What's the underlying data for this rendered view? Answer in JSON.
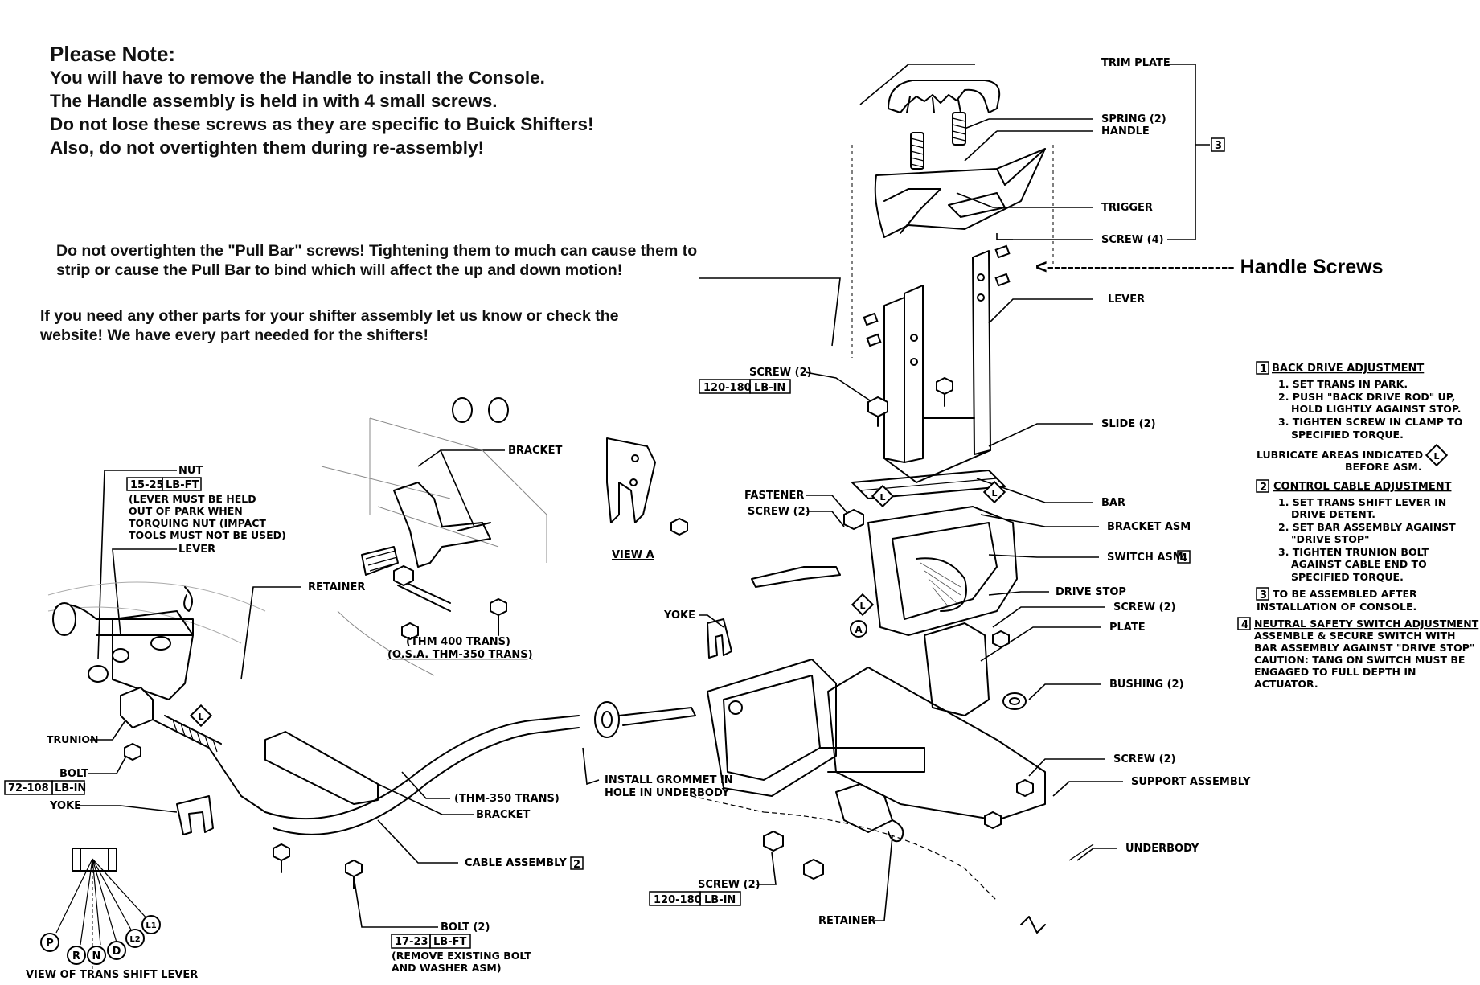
{
  "note": {
    "title": "Please Note:",
    "lines": [
      "You will have to remove the Handle to install the Console.",
      "The Handle assembly is held in with 4 small screws.",
      "Do not lose these screws as they are specific to Buick Shifters!",
      "Also, do not overtighten them during re-assembly!"
    ]
  },
  "pullbar_warning": [
    "Do not overtighten the \"Pull Bar\" screws! Tightening them to much can cause them to",
    "strip or cause the Pull Bar to bind which will affect the up and down motion!"
  ],
  "parts_note": [
    "If you need any other parts for your shifter assembly let us know or check the",
    "website! We have every part needed for the shifters!"
  ],
  "handle_screws_label": "<---------------------------- Handle Screws",
  "labels": {
    "trim_plate": "TRIM PLATE",
    "spring": "SPRING (2)",
    "handle": "HANDLE",
    "trigger": "TRIGGER",
    "screw4": "SCREW (4)",
    "lever_top": "LEVER",
    "screw2_upper": "SCREW (2)",
    "torque_120_180_upper": "120-180",
    "lb_in_upper": "LB-IN",
    "slide": "SLIDE (2)",
    "bar": "BAR",
    "bracket_asm": "BRACKET ASM",
    "switch_asm": "SWITCH ASM",
    "drive_stop": "DRIVE STOP",
    "screw2_right": "SCREW (2)",
    "plate": "PLATE",
    "bushing": "BUSHING (2)",
    "screw2_support": "SCREW (2)",
    "support_assembly": "SUPPORT ASSEMBLY",
    "underbody": "UNDERBODY",
    "retainer_bottom": "RETAINER",
    "screw2_bottom": "SCREW (2)",
    "torque_120_180_bottom": "120-180",
    "lb_in_bottom": "LB-IN",
    "install_grommet_1": "INSTALL GROMMET IN",
    "install_grommet_2": "HOLE IN UNDERBODY",
    "yoke_mid": "YOKE",
    "fastener": "FASTENER",
    "screw2_fastener": "SCREW (2)",
    "view_a": "VIEW A",
    "bracket_top": "BRACKET",
    "thm400": "(THM 400 TRANS)",
    "osa_thm350": "(O.S.A. THM-350 TRANS)",
    "retainer_left": "RETAINER",
    "nut": "NUT",
    "torque_15_25": "15-25",
    "lb_ft_nut": "LB-FT",
    "nut_note": [
      "(LEVER MUST BE HELD",
      "OUT OF PARK WHEN",
      "TORQUING NUT (IMPACT",
      "TOOLS MUST NOT BE USED)"
    ],
    "lever_left": "LEVER",
    "trunion": "TRUNION",
    "bolt": "BOLT",
    "torque_72_108": "72-108",
    "lb_in_bolt": "LB-IN",
    "yoke_left": "YOKE",
    "thm350": "(THM-350 TRANS)",
    "bracket_bottom": "BRACKET",
    "cable_assembly": "CABLE ASSEMBLY",
    "bolt2": "BOLT (2)",
    "torque_17_23": "17-23",
    "lb_ft_bolt2": "LB-FT",
    "bolt2_note": [
      "(REMOVE EXISTING BOLT",
      "AND WASHER ASM)"
    ],
    "view_trans": "VIEW OF TRANS SHIFT LEVER",
    "gears": [
      "P",
      "R",
      "N",
      "D",
      "L2",
      "L1"
    ],
    "callout_a": "A",
    "callout_l": "L"
  },
  "callouts": {
    "c1": "1",
    "c2": "2",
    "c3": "3",
    "c4": "4"
  },
  "instructions": {
    "s1_title": "BACK DRIVE ADJUSTMENT",
    "s1_lines": [
      "1. SET TRANS IN PARK.",
      "2. PUSH \"BACK DRIVE ROD\" UP,",
      "HOLD LIGHTLY AGAINST STOP.",
      "3. TIGHTEN SCREW IN CLAMP TO",
      "SPECIFIED TORQUE."
    ],
    "lubricate_1": "LUBRICATE AREAS INDICATED",
    "lubricate_2": "BEFORE ASM.",
    "s2_title": "CONTROL CABLE ADJUSTMENT",
    "s2_lines": [
      "1. SET TRANS SHIFT LEVER IN",
      "DRIVE DETENT.",
      "2. SET BAR ASSEMBLY AGAINST",
      "\"DRIVE STOP\"",
      "3. TIGHTEN TRUNION BOLT",
      "AGAINST CABLE END TO",
      "SPECIFIED TORQUE."
    ],
    "s3_lines": [
      "TO BE ASSEMBLED AFTER",
      "INSTALLATION OF CONSOLE."
    ],
    "s4_title": "NEUTRAL SAFETY SWITCH ADJUSTMENT",
    "s4_lines": [
      "ASSEMBLE & SECURE SWITCH WITH",
      "BAR ASSEMBLY AGAINST \"DRIVE STOP\"",
      "CAUTION: TANG ON SWITCH MUST BE",
      "ENGAGED TO FULL DEPTH IN",
      "ACTUATOR."
    ]
  }
}
